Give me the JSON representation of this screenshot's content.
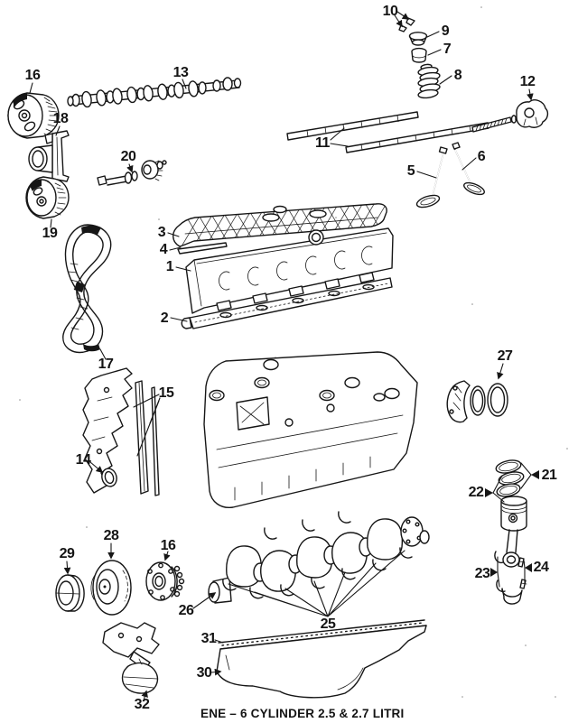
{
  "figure": {
    "caption": "ENE – 6 CYLINDER 2.5 & 2.7 LITRI"
  },
  "callouts": {
    "cylinder_head": "1",
    "head_gasket": "2",
    "valve_cover": "3",
    "valve_cover_gasket": "4",
    "valve_intake": "5",
    "valve_exhaust": "6",
    "valve_stem_seal": "7",
    "valve_spring": "8",
    "spring_retainer": "9",
    "valve_keepers": "10",
    "rocker_shafts": "11",
    "rocker_arm": "12",
    "camshaft": "13",
    "front_seal": "14",
    "timing_covers": "15",
    "camshaft_sprocket": "16",
    "crankshaft_sprocket": "16",
    "timing_belt": "17",
    "sprocket_flange": "18",
    "intermediate_sprocket": "19",
    "intermediate_shaft": "20",
    "piston_rings": "21",
    "piston": "22",
    "rod_bearings": "23",
    "rod_bolts": "24",
    "main_bearings": "25",
    "crankshaft": "26",
    "rear_main_seal": "27",
    "vibration_damper": "28",
    "hub_seal": "29",
    "oil_pan": "30",
    "oil_pan_gasket": "31",
    "engine_mount": "32"
  }
}
